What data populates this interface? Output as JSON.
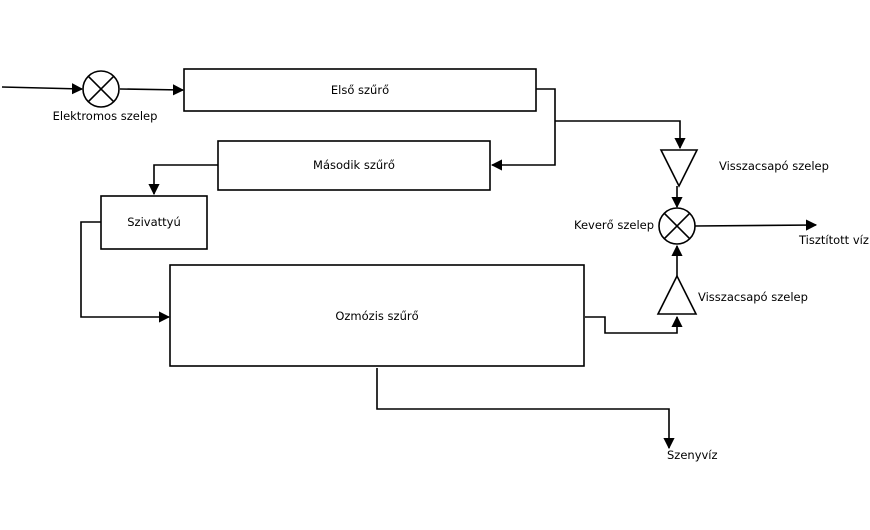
{
  "nodes": {
    "elso_szuro": "Első szűrő",
    "masodik_szuro": "Második szűrő",
    "szivattyu": "Szivattyú",
    "ozmozis_szuro": "Ozmózis szűrő"
  },
  "labels": {
    "elektromos_szelep": "Elektromos szelep",
    "visszacsapo_szelep_top": "Visszacsapó szelep",
    "visszacsapo_szelep_bottom": "Visszacsapó szelep",
    "kevero_szelep": "Keverő szelep",
    "tisztitott_viz": "Tisztított víz",
    "szenyviz": "Szenyvíz"
  }
}
